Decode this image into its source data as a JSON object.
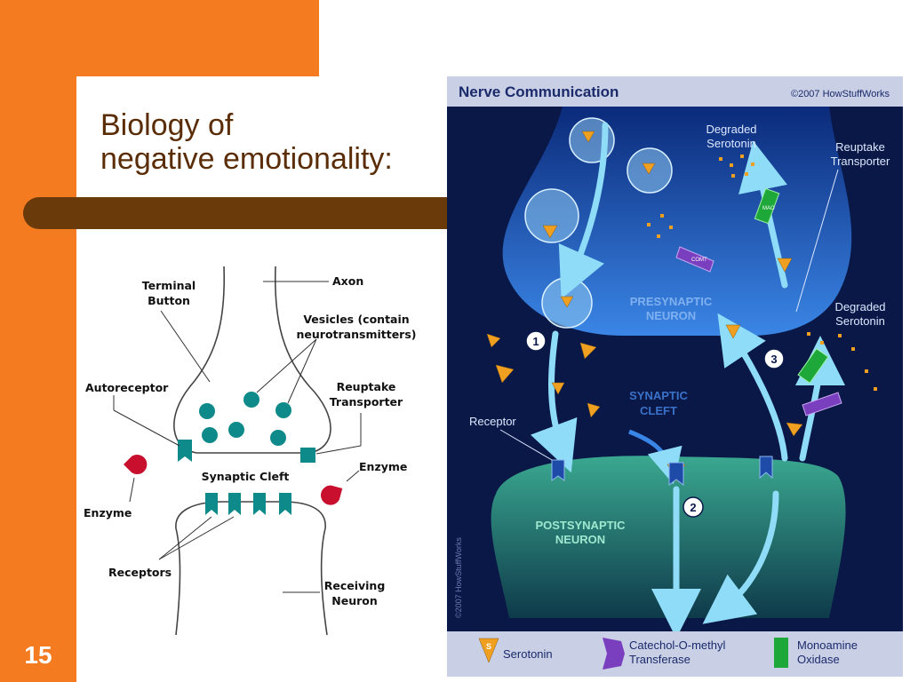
{
  "slide": {
    "title_line1": "Biology of",
    "title_line2": "negative emotionality:",
    "number": "15"
  },
  "synapse_diagram": {
    "labels": {
      "terminal_line1": "Terminal",
      "terminal_line2": "Button",
      "axon": "Axon",
      "vesicles_line1": "Vesicles (contain",
      "vesicles_line2": "neurotransmitters)",
      "autoreceptor": "Autoreceptor",
      "reuptake_line1": "Reuptake",
      "reuptake_line2": "Transporter",
      "enzyme_right": "Enzyme",
      "synaptic_cleft": "Synaptic Cleft",
      "enzyme_left": "Enzyme",
      "receptors": "Receptors",
      "receiving_line1": "Receiving",
      "receiving_line2": "Neuron"
    },
    "colors": {
      "vesicle": "#0f8a8a",
      "enzyme": "#c8102e",
      "outline": "#444444"
    }
  },
  "nerve_panel": {
    "title": "Nerve Communication",
    "copyright": "©2007 HowStuffWorks",
    "side_copyright": "©2007 HowStuffWorks",
    "labels": {
      "degraded1_line1": "Degraded",
      "degraded1_line2": "Serotonin",
      "reuptake_line1": "Reuptake",
      "reuptake_line2": "Transporter",
      "presynaptic_line1": "PRESYNAPTIC",
      "presynaptic_line2": "NEURON",
      "degraded2_line1": "Degraded",
      "degraded2_line2": "Serotonin",
      "synaptic_line1": "SYNAPTIC",
      "synaptic_line2": "CLEFT",
      "receptor": "Receptor",
      "postsynaptic_line1": "POSTSYNAPTIC",
      "postsynaptic_line2": "NEURON",
      "step1": "1",
      "step2": "2",
      "step3": "3",
      "mao": "MAO",
      "comt": "COMT",
      "s": "S"
    },
    "legend": {
      "serotonin": "Serotonin",
      "comt_line1": "Catechol-O-methyl",
      "comt_line2": "Transferase",
      "mao_line1": "Monoamine",
      "mao_line2": "Oxidase"
    },
    "colors": {
      "background": "#0a1a4a",
      "presynaptic": "#2a6fd6",
      "postsynaptic": "#2f8f7f",
      "serotonin": "#f0a020",
      "comt": "#7a3fbf",
      "mao": "#1fa83a",
      "arrow": "#7fd0f0"
    }
  }
}
